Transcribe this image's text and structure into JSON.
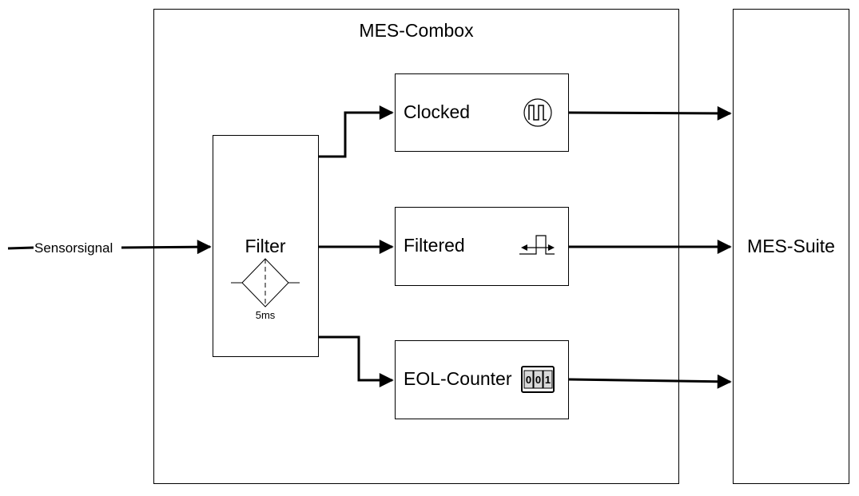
{
  "diagram": {
    "input_label": "Sensorsignal",
    "combox": {
      "title": "MES-Combox"
    },
    "filter": {
      "label": "Filter",
      "delay_label": "5ms"
    },
    "outputs": {
      "clocked": {
        "label": "Clocked",
        "icon": "clock-pulse-icon"
      },
      "filtered": {
        "label": "Filtered",
        "icon": "pulse-width-icon"
      },
      "eol_counter": {
        "label": "EOL-Counter",
        "icon": "counter-icon",
        "digits": [
          "0",
          "0",
          "1"
        ]
      }
    },
    "suite": {
      "label": "MES-Suite"
    }
  }
}
